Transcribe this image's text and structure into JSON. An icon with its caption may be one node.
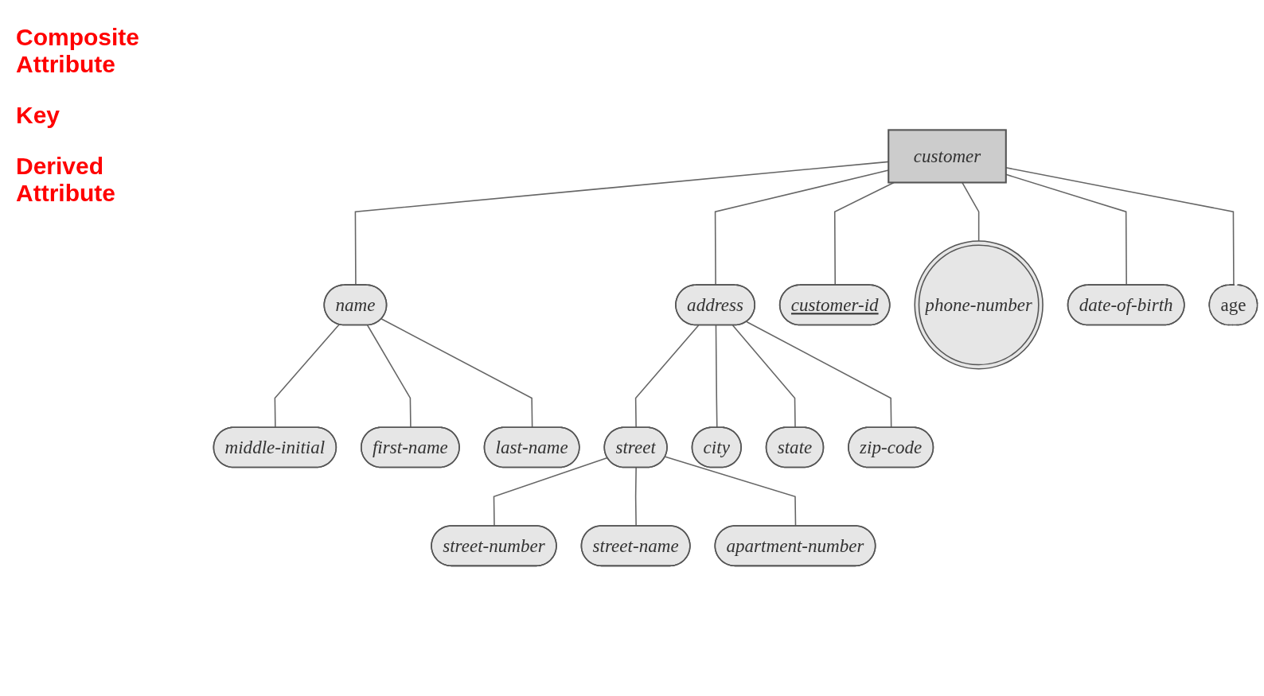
{
  "diagram": {
    "nodes": [
      {
        "text": [
          "street-name"
        ]
      },
      {
        "text": [
          "middle-initial"
        ]
      },
      {
        "text": [
          "street-number"
        ]
      },
      {
        "text": [
          "apartment-number"
        ]
      },
      {
        "text": [
          "first-name"
        ]
      },
      {
        "text": [
          "last-name"
        ]
      },
      {
        "text": [
          "street"
        ]
      },
      {
        "text": [
          "city"
        ]
      },
      {
        "text": [
          "name"
        ]
      },
      {
        "text": [
          "address"
        ]
      },
      {
        "text": [
          "state"
        ]
      },
      {
        "text": [
          "customer-id"
        ]
      },
      {
        "text": [
          "customer"
        ]
      },
      {
        "text": [
          "zip-code"
        ]
      },
      {
        "text": [
          "phone-number"
        ]
      },
      {
        "text": [
          "date-of-birth"
        ]
      },
      {
        "text": [
          "age"
        ]
      }
    ],
    "edges": [
      {
        "from": 12,
        "to": 8,
        "arrow": "none"
      },
      {
        "from": 8,
        "to": 4,
        "arrow": "none"
      },
      {
        "from": 8,
        "to": 1,
        "arrow": "none"
      },
      {
        "from": 8,
        "to": 5,
        "arrow": "none"
      },
      {
        "from": 12,
        "to": 11,
        "arrow": "none"
      },
      {
        "from": 12,
        "to": 9,
        "arrow": "none"
      },
      {
        "from": 9,
        "to": 6,
        "arrow": "none"
      },
      {
        "from": 6,
        "to": 2,
        "arrow": "none"
      },
      {
        "from": 6,
        "to": 0,
        "arrow": "none"
      },
      {
        "from": 6,
        "to": 3,
        "arrow": "none"
      },
      {
        "from": 9,
        "to": 7,
        "arrow": "none"
      },
      {
        "from": 9,
        "to": 10,
        "arrow": "none"
      },
      {
        "from": 9,
        "to": 13,
        "arrow": "none"
      },
      {
        "from": 12,
        "to": 14,
        "arrow": "none"
      },
      {
        "from": 12,
        "to": 15,
        "arrow": "none"
      },
      {
        "from": 12,
        "to": 16,
        "arrow": "none"
      }
    ],
    "labels": [
      "Composite Attribute",
      "Key",
      "Derived Attribute"
    ]
  }
}
